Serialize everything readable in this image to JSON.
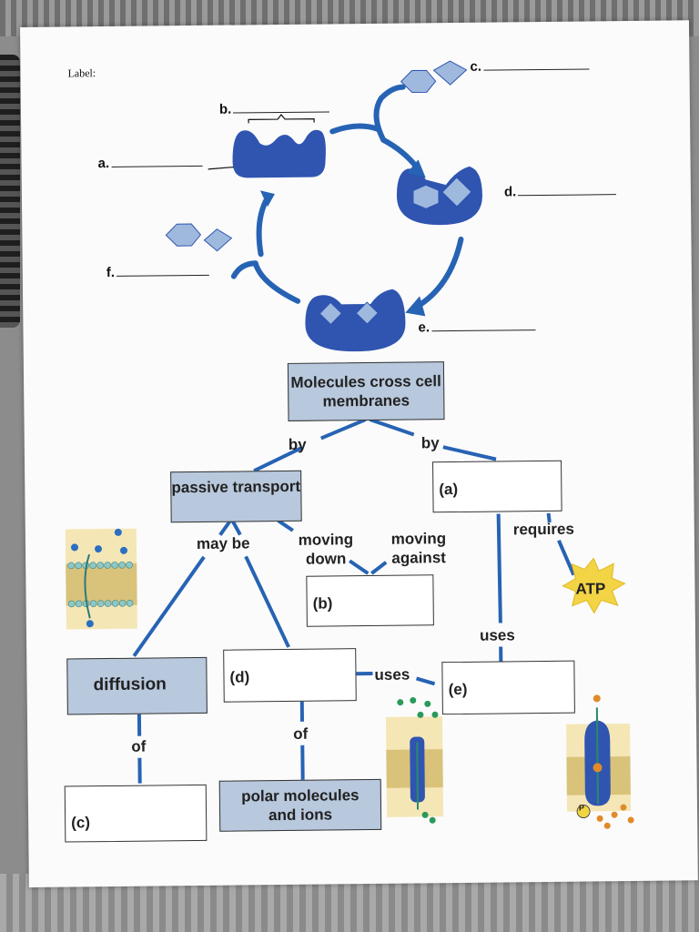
{
  "worksheet": {
    "label_title": "Label:",
    "labels": {
      "a": "a.",
      "b": "b.",
      "c": "c.",
      "d": "d.",
      "e": "e.",
      "f": "f."
    }
  },
  "concept_map": {
    "root": "Molecules cross cell membranes",
    "by_left": "by",
    "by_right": "by",
    "passive": "passive transport",
    "active_blank": "(a)",
    "may_be": "may be",
    "moving_down": "moving down",
    "moving_against": "moving against",
    "blank_b": "(b)",
    "requires": "requires",
    "atp": "ATP",
    "uses_right": "uses",
    "diffusion": "diffusion",
    "blank_d": "(d)",
    "uses_mid": "uses",
    "blank_e": "(e)",
    "of_left": "of",
    "of_mid": "of",
    "blank_c": "(c)",
    "polar": "polar molecules and ions",
    "p_symbol": "P"
  },
  "colors": {
    "enzyme": "#2f55b0",
    "arrow": "#2763b4",
    "box_blue": "#b8c8dd",
    "atp": "#f2d445"
  }
}
